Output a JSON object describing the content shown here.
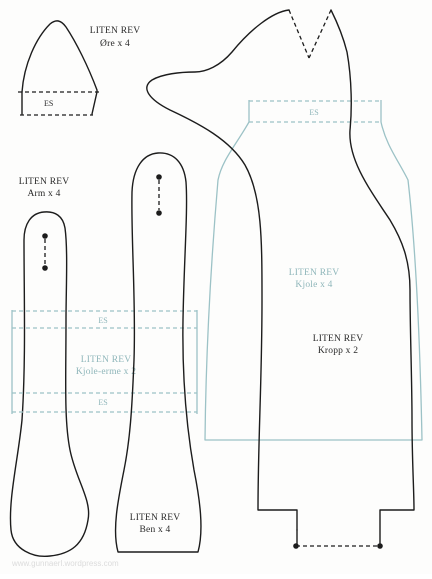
{
  "colors": {
    "outline": "#1c1c1c",
    "dress_pattern": "#9cc2c6",
    "text": "#2a2a2a",
    "dress_text": "#8fb6ba"
  },
  "pieces": {
    "ear": {
      "title": "LITEN REV",
      "subtitle": "Øre x 4",
      "seam_label": "ES"
    },
    "arm": {
      "title": "LITEN REV",
      "subtitle": "Arm x 4"
    },
    "dress_sleeve": {
      "title": "LITEN REV",
      "subtitle": "Kjole-erme x 2",
      "seam_label_top": "ES",
      "seam_label_bottom": "ES"
    },
    "dress": {
      "title": "LITEN REV",
      "subtitle": "Kjole x 4",
      "seam_label": "ES"
    },
    "body": {
      "title": "LITEN REV",
      "subtitle": "Kropp x 2"
    },
    "leg": {
      "title": "LITEN REV",
      "subtitle": "Ben x 4"
    }
  },
  "footer": {
    "watermark": "www.gunnaerl.wordpress.com"
  }
}
